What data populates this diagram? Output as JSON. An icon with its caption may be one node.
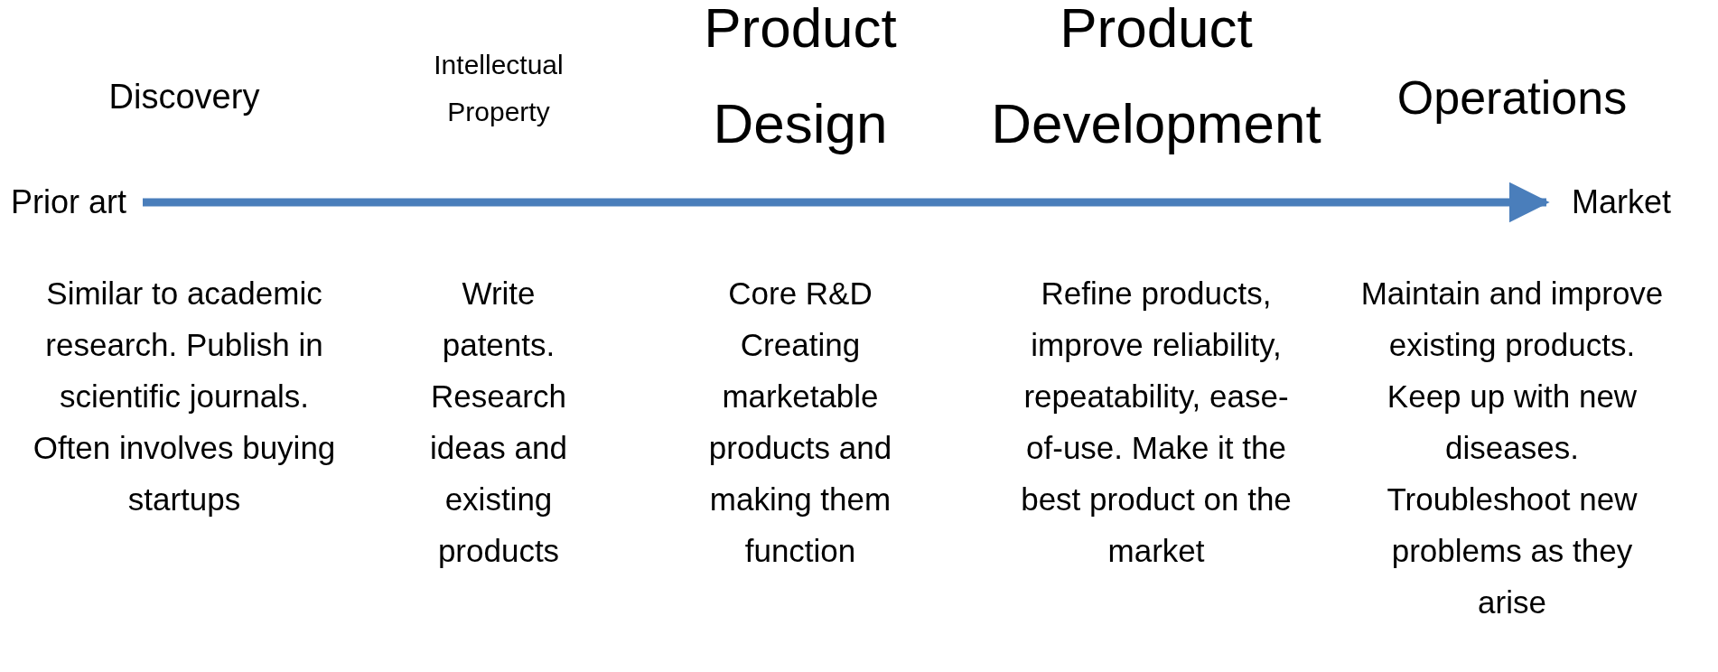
{
  "diagram": {
    "nodes": [
      {
        "text": [
          "Prior art"
        ]
      },
      {
        "text": [
          "Market"
        ]
      }
    ],
    "edges": [
      {
        "from": 0,
        "to": 1,
        "arrow": "to",
        "color": "#4a7ebb"
      }
    ],
    "labels": [
      "Discovery",
      "Intellectual Property",
      "Product Design",
      "Product Development",
      "Operations",
      "Similar to academic research. Publish in scientific journals. Often involves buying startups",
      "Write patents. Research ideas and existing products",
      "Core R&D Creating marketable products and making them function",
      "Refine products, improve reliability, repeatability, ease-of-use. Make it the best product on the market",
      "Maintain and improve existing products. Keep up with new diseases. Troubleshoot new problems as they arise"
    ]
  }
}
